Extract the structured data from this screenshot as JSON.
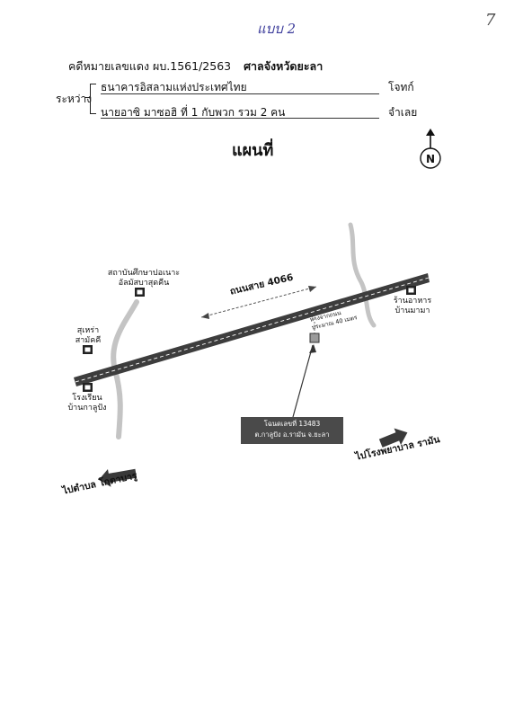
{
  "header": {
    "doc_mark": "แบบ 2",
    "page_number": "7",
    "case_label": "คดีหมายเลขแดง ผบ.1561/2563",
    "court": "ศาลจังหวัดยะลา",
    "between": "ระหว่าง",
    "plaintiff": "ธนาคารอิสลามแห่งประเทศไทย",
    "plaintiff_role": "โจทก์",
    "defendant": "นายอาซิ มาซอฮิ ที่ 1 กับพวก รวม 2 คน",
    "defendant_role": "จำเลย"
  },
  "map": {
    "title": "แผนที่",
    "north_label": "N",
    "road_label": "ถนนสาย 4066",
    "distance_note": [
      "ห่างจากถนน",
      "ประมาณ 40 เมตร"
    ],
    "parcel": [
      "โฉนดเลขที่ 13483",
      "ต.กาลูปัง อ.รามัน จ.ยะลา"
    ],
    "landmarks": {
      "institute": [
        "สถาบันศึกษาปอเนาะ",
        "อัลมัสบาสุดคีน"
      ],
      "mosque": [
        "สุเหร่า",
        "สามัคคี"
      ],
      "school": [
        "โรงเรียน",
        "บ้านกาลูปัง"
      ],
      "restaurant": [
        "ร้านอาหาร",
        "บ้านมามา"
      ]
    },
    "directions": {
      "hospital": "ไปโรงพยาบาล รามัน",
      "kota": "ไปตำบล โกตาบารู"
    },
    "colors": {
      "road": "#3d3d3d",
      "stream": "#c4c4c4",
      "parcel": "#4a4a4a"
    }
  }
}
